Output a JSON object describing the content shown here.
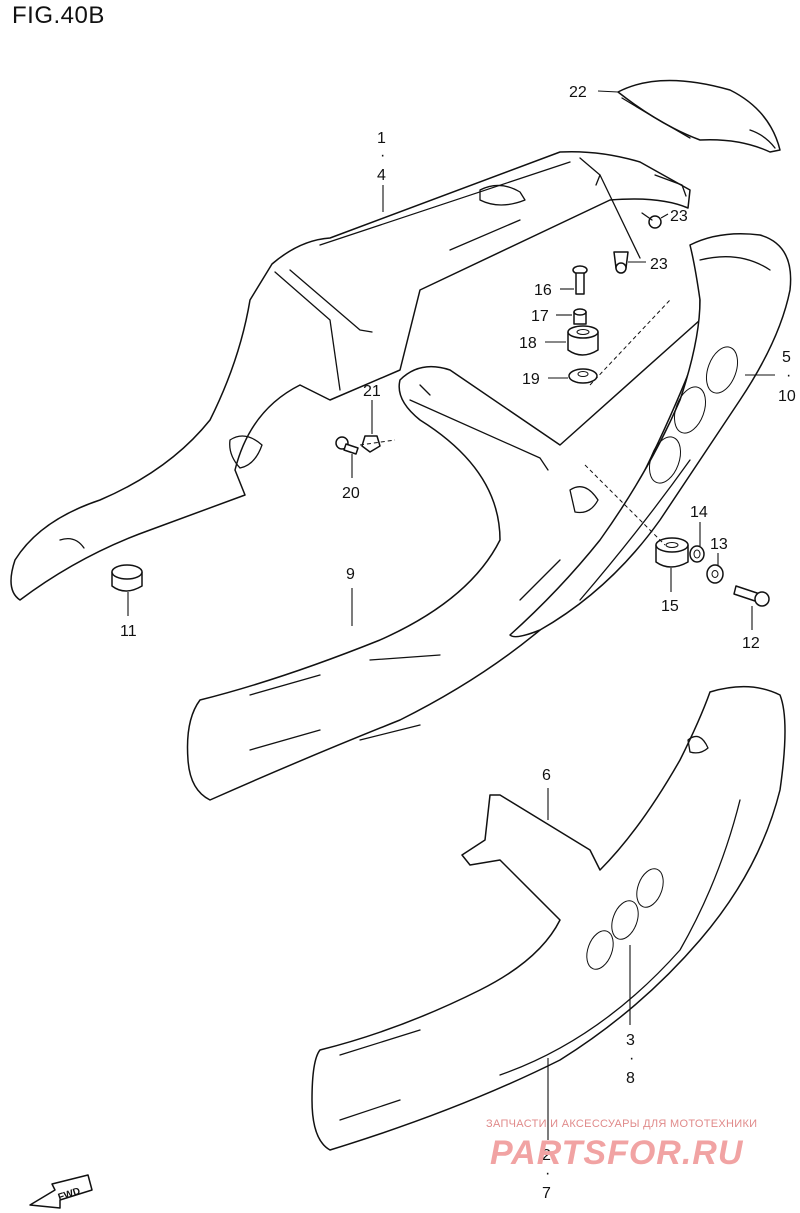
{
  "figure": {
    "title": "FIG.40B"
  },
  "callouts": {
    "c1": "1",
    "c4": "4",
    "c22": "22",
    "c23a": "23",
    "c23b": "23",
    "c16": "16",
    "c17": "17",
    "c18": "18",
    "c19": "19",
    "c5": "5",
    "c10": "10",
    "c21": "21",
    "c20": "20",
    "c14": "14",
    "c13": "13",
    "c15": "15",
    "c12": "12",
    "c11": "11",
    "c9": "9",
    "c6": "6",
    "c3": "3",
    "c8": "8",
    "c2": "2",
    "c7": "7"
  },
  "fwd_label": "FWD",
  "watermark": {
    "tagline": "ЗАПЧАСТИ И АКСЕССУАРЫ ДЛЯ МОТОТЕХНИКИ",
    "brand": "PARTSFOR.RU"
  }
}
